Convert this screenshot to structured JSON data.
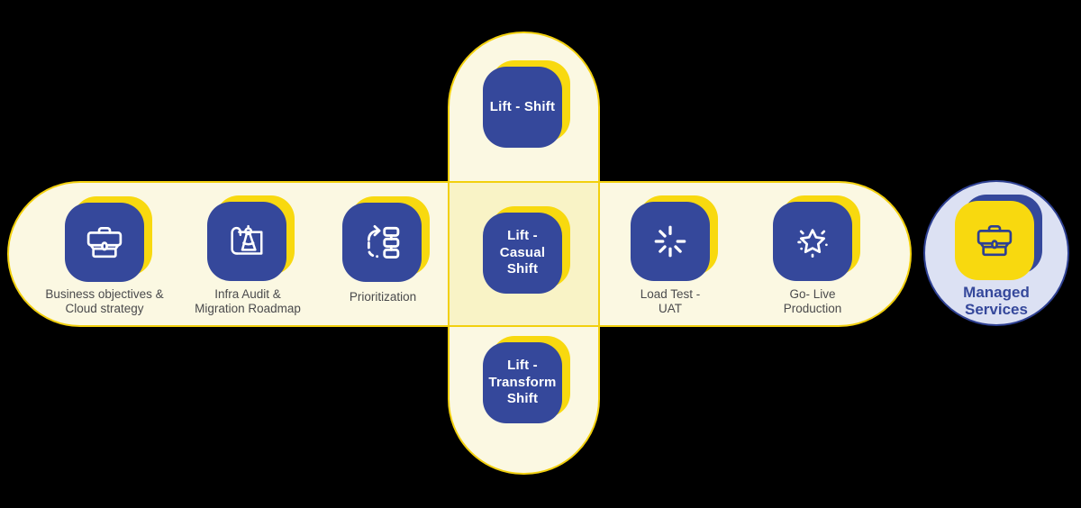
{
  "diagram_name": "Cloud migration journey diagram",
  "steps": [
    {
      "name": "business-objectives",
      "icon": "briefcase-icon",
      "lines": [
        "Business objectives &",
        "Cloud strategy"
      ]
    },
    {
      "name": "infra-audit",
      "icon": "blueprint-compass-icon",
      "lines": [
        "Infra Audit &",
        "Migration Roadmap"
      ]
    },
    {
      "name": "prioritization",
      "icon": "workflow-arrow-icon",
      "lines": [
        "Prioritization"
      ]
    },
    {
      "name": "load-test-uat",
      "icon": "loader-icon",
      "lines": [
        "Load Test -",
        "UAT"
      ]
    },
    {
      "name": "go-live-production",
      "icon": "star-icon",
      "lines": [
        "Go- Live",
        "Production"
      ]
    }
  ],
  "shift_tiles": {
    "top": {
      "lines": [
        "Lift - Shift"
      ]
    },
    "center": {
      "lines": [
        "Lift - Casual",
        "Shift"
      ]
    },
    "bottom": {
      "lines": [
        "Lift -",
        "Transform",
        "Shift"
      ]
    }
  },
  "managed": {
    "icon": "briefcase-icon",
    "lines": [
      "Managed",
      "Services"
    ]
  },
  "colors": {
    "tile_blue": "#35489B",
    "accent_yellow": "#F8D90F",
    "track_border_yellow": "#F2D00E",
    "track_fill": "#FBF8E2",
    "label_gray": "#4A4A4C",
    "managed_circle_fill": "#DCE1F3",
    "managed_circle_border": "#2E4092",
    "managed_text_blue": "#35489B",
    "icon_stroke": "#FFFFFF"
  }
}
